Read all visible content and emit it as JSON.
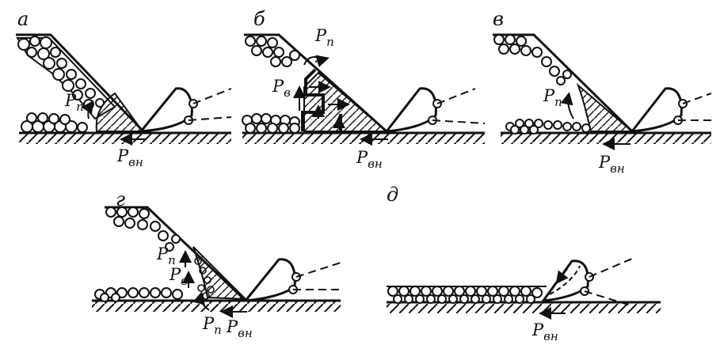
{
  "panels": [
    {
      "letter": "а",
      "forces": [
        {
          "main": "P",
          "sub": "п"
        },
        {
          "main": "P",
          "sub": "вн"
        }
      ]
    },
    {
      "letter": "б",
      "forces": [
        {
          "main": "P",
          "sub": "п"
        },
        {
          "main": "P",
          "sub": "в"
        },
        {
          "main": "P",
          "sub": "вн"
        }
      ]
    },
    {
      "letter": "в",
      "forces": [
        {
          "main": "P",
          "sub": "п"
        },
        {
          "main": "P",
          "sub": "вн"
        }
      ]
    },
    {
      "letter": "г",
      "forces": [
        {
          "main": "P",
          "sub": "п"
        },
        {
          "main": "P",
          "sub": "в"
        },
        {
          "main": "P",
          "sub": "п"
        },
        {
          "main": "P",
          "sub": "вн"
        }
      ]
    },
    {
      "letter": "д",
      "forces": [
        {
          "main": "P",
          "sub": "вн"
        }
      ]
    }
  ]
}
